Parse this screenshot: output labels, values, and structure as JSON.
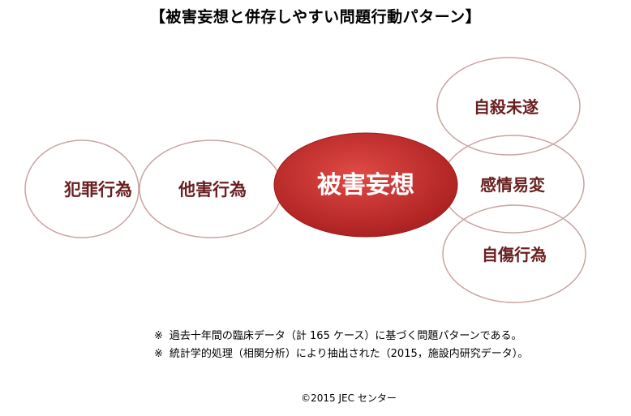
{
  "title": "【被害妄想と併存しやすい問題行動パターン】",
  "colors": {
    "ring_stroke": "#c9a3a1",
    "center_fill_light": "#e04a45",
    "center_fill_dark": "#a81e1e",
    "center_text": "#ffffff",
    "node_text": "#6a1f1f"
  },
  "nodes": {
    "center": "被害妄想",
    "crime": "犯罪行為",
    "harm_others": "他害行為",
    "suicide": "自殺未遂",
    "mood": "感情易変",
    "self_harm": "自傷行為"
  },
  "notes": [
    {
      "mark": "※",
      "text": "過去十年間の臨床データ（計 165 ケース）に基づく問題パターンである。"
    },
    {
      "mark": "※",
      "text": "統計学的処理（相関分析）により抽出された（2015，施設内研究データ）。"
    }
  ],
  "footer": "©2015 JEC センター"
}
